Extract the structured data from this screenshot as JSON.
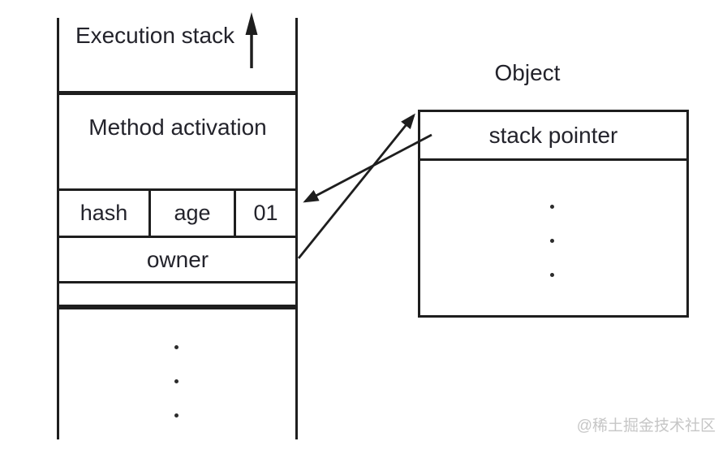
{
  "stack": {
    "title": "Execution stack",
    "method_activation_label": "Method activation",
    "slot_cells": [
      {
        "label": "hash"
      },
      {
        "label": "age"
      },
      {
        "label": "01"
      }
    ],
    "owner_label": "owner"
  },
  "object": {
    "title": "Object",
    "stack_pointer_label": "stack pointer"
  },
  "watermark": "@稀土掘金技术社区",
  "icons": {
    "stack_growth": "up-arrow",
    "owner_reference": "diagonal-arrow-to-object-corner",
    "stack_pointer_reference": "diagonal-arrow-to-stack-slot"
  },
  "colors": {
    "ink": "#23232b",
    "line": "#1e1e1e",
    "watermark": "#c6c6c6",
    "background": "#ffffff"
  }
}
